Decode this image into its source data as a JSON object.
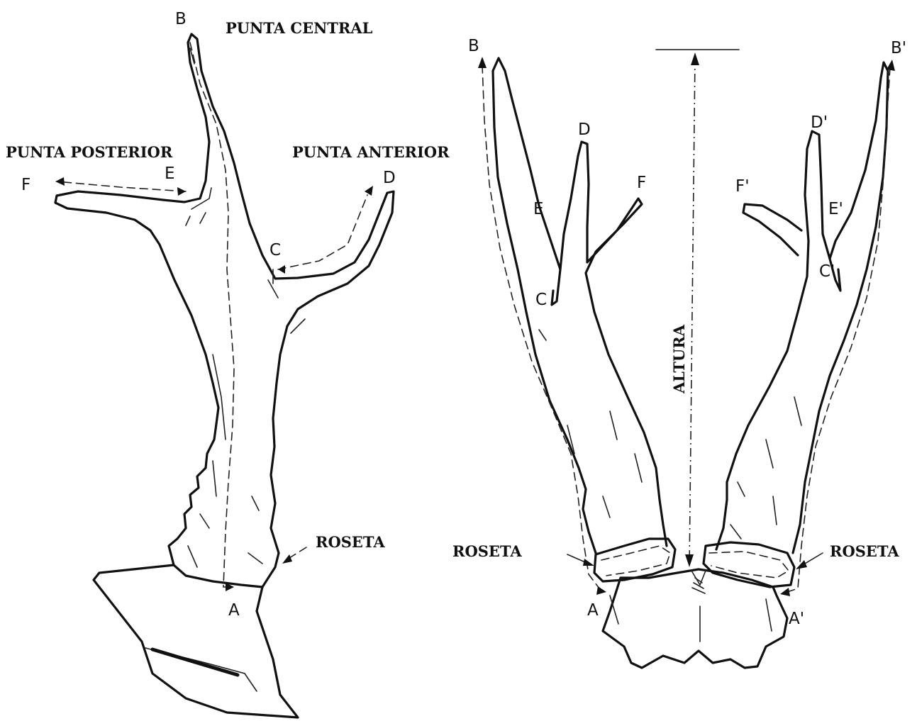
{
  "labels": {
    "punta_central": "PUNTA CENTRAL",
    "punta_posterior": "PUNTA POSTERIOR",
    "punta_anterior": "PUNTA ANTERIOR",
    "roseta": "ROSETA",
    "altura": "ALTURA"
  },
  "points_left": {
    "A": "A",
    "B": "B",
    "C": "C",
    "D": "D",
    "E": "E",
    "F": "F"
  },
  "points_front_left": {
    "A": "A",
    "B": "B",
    "C": "C",
    "D": "D",
    "E": "E",
    "F": "F"
  },
  "points_front_right": {
    "A": "A'",
    "B": "B'",
    "C": "C'",
    "D": "D'",
    "E": "E'",
    "F": "F'"
  }
}
